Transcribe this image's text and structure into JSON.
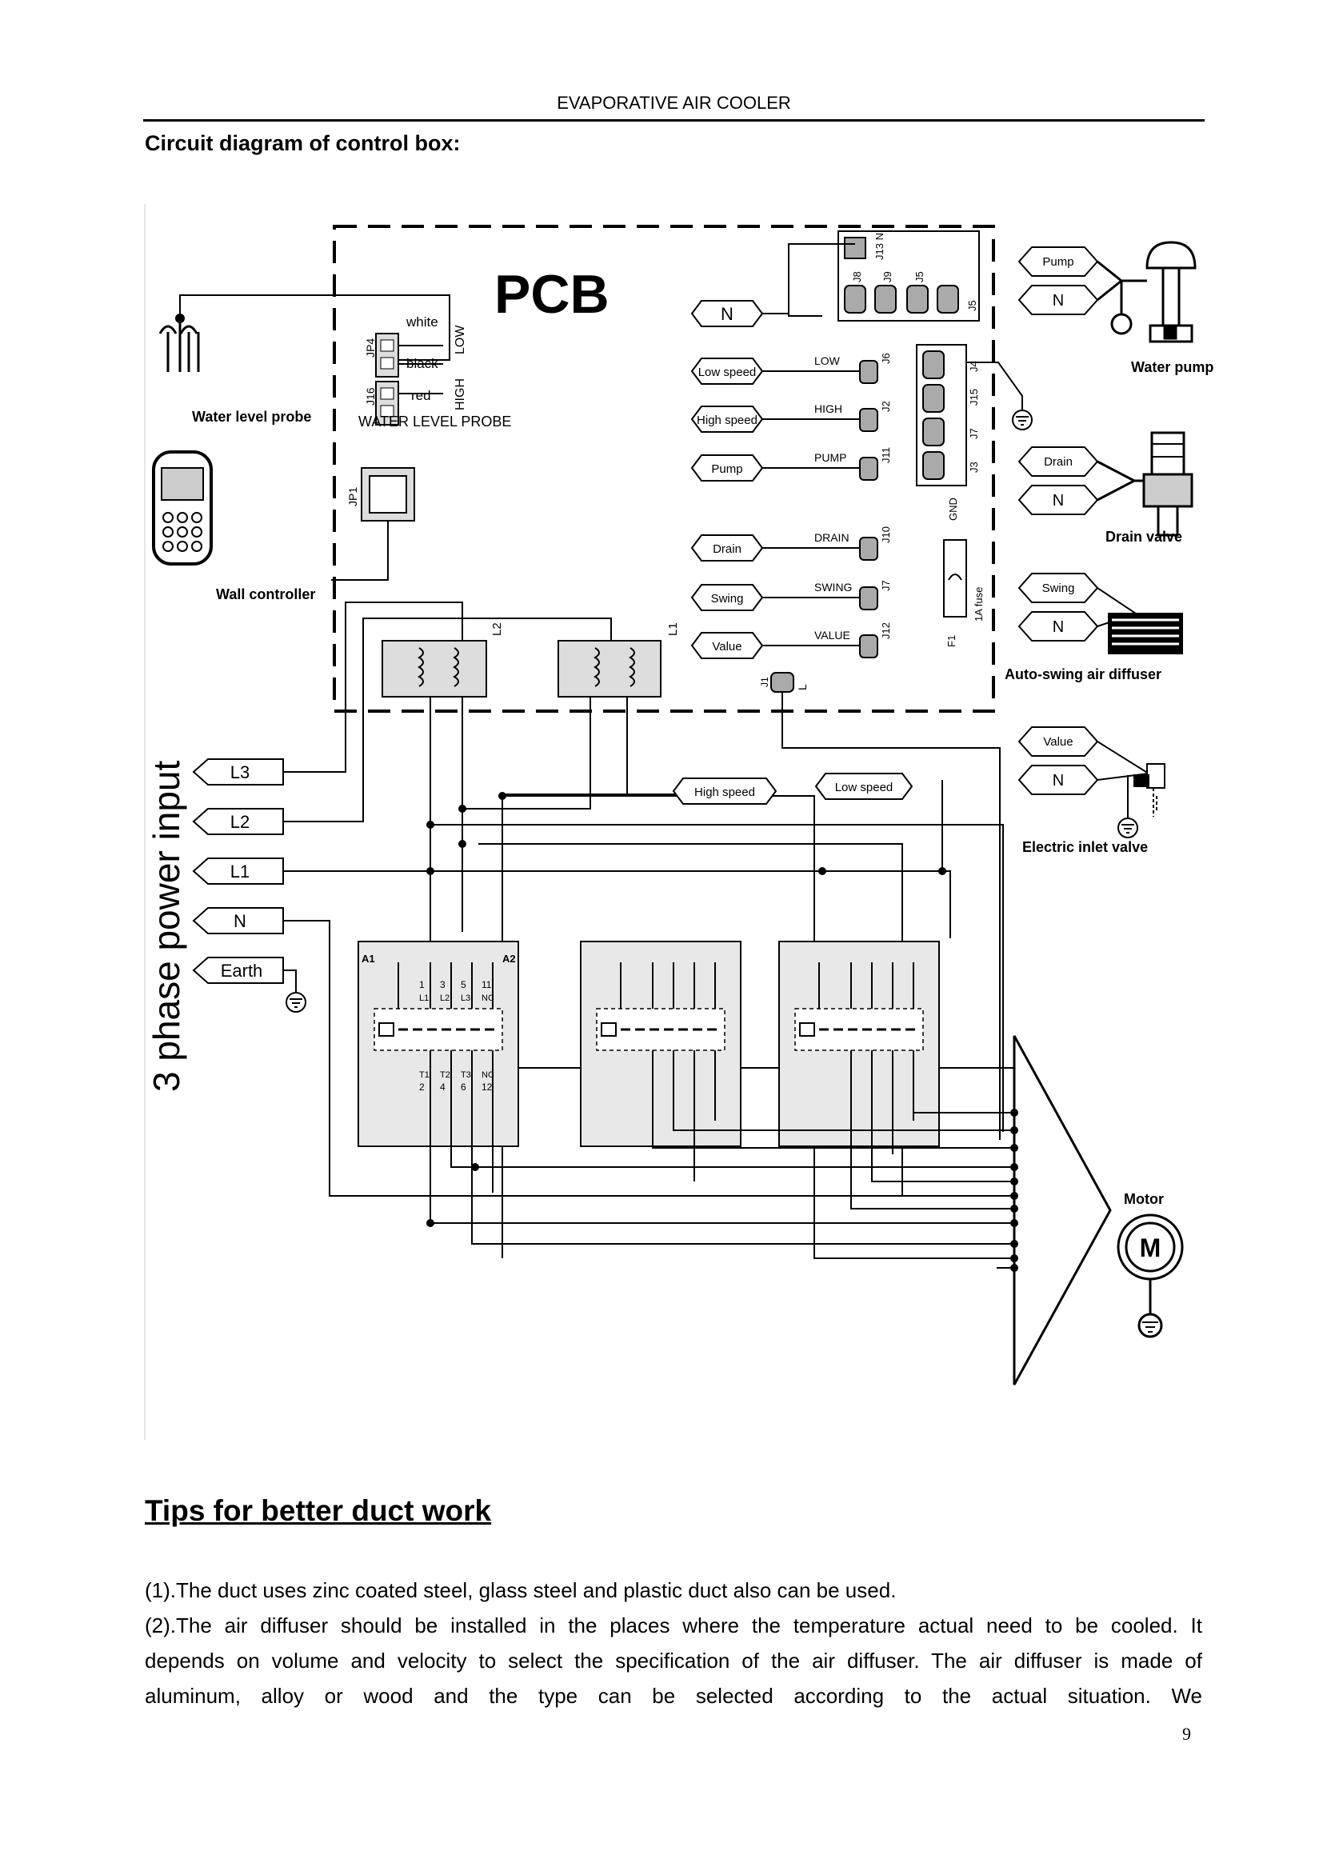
{
  "header": {
    "title": "EVAPORATIVE AIR COOLER"
  },
  "section": {
    "title": "Circuit diagram of control box:"
  },
  "diagram": {
    "pcb_label": "PCB",
    "probe": {
      "label": "Water level probe",
      "heading": "WATER LEVEL PROBE",
      "wires": [
        "white",
        "black",
        "red"
      ],
      "low": "LOW",
      "high": "HIGH",
      "j_low": "JP4",
      "j_high": "J16"
    },
    "wall_controller": {
      "label": "Wall controller",
      "jack": "JP1"
    },
    "pcb_tags": [
      "N",
      "Low speed",
      "High speed",
      "Pump",
      "Drain",
      "Swing",
      "Value"
    ],
    "pcb_pins": [
      "LOW",
      "HIGH",
      "PUMP",
      "DRAIN",
      "SWING",
      "VALUE"
    ],
    "pcb_pin_ids": [
      "J6",
      "J2",
      "J11",
      "J10",
      "J7",
      "J12"
    ],
    "top_jacks": [
      "J8",
      "J9",
      "J5",
      "J5"
    ],
    "top_jack_n": "J13 N",
    "right_jacks": [
      "J4",
      "J15",
      "J7",
      "J3"
    ],
    "gnd": "GND",
    "fuse": {
      "id": "F1",
      "rating": "1A fuse"
    },
    "line_terminal": "L",
    "line_jack": "J1",
    "coils": [
      "L2",
      "L1"
    ],
    "power_input": {
      "title": "3 phase power input",
      "terminals": [
        "L3",
        "L2",
        "L1",
        "N",
        "Earth"
      ]
    },
    "speed_tags": [
      "High speed",
      "Low speed"
    ],
    "contactor": {
      "a1": "A1",
      "a2": "A2",
      "top_nums": [
        "1",
        "3",
        "5",
        "11"
      ],
      "top_labels": [
        "L1",
        "L2",
        "L3",
        "NC"
      ],
      "bottom_labels": [
        "T1",
        "T2",
        "T3",
        "NC"
      ],
      "bottom_nums": [
        "2",
        "4",
        "6",
        "12"
      ]
    },
    "devices": {
      "pump": {
        "tags": [
          "Pump",
          "N"
        ],
        "label": "Water pump"
      },
      "drain": {
        "tags": [
          "Drain",
          "N"
        ],
        "label": "Drain valve"
      },
      "swing": {
        "tags": [
          "Swing",
          "N"
        ],
        "label": "Auto-swing air diffuser"
      },
      "inlet": {
        "tags": [
          "Value",
          "N"
        ],
        "label": "Electric inlet valve"
      },
      "motor": {
        "label": "Motor",
        "symbol": "M"
      }
    }
  },
  "tips": {
    "heading": "Tips for better duct work",
    "p1": "(1).The duct uses zinc coated steel, glass steel and plastic duct also can be used.",
    "p2a": "(2).The air diffuser should be installed in the places where the temperature actual need to be cooled. It",
    "p2b": "depends on volume and velocity to select the specification of the air diffuser. The air diffuser is made of",
    "p2c": "aluminum, alloy or wood and the type can be selected according to the actual situation. We"
  },
  "page_number": "9"
}
